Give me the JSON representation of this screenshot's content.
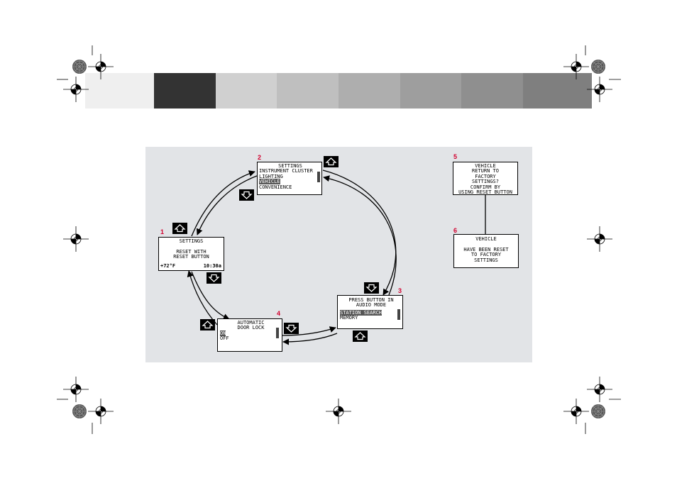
{
  "colors": {
    "bands": [
      "#efefef",
      "#333333",
      "#d0d0d0",
      "#bfbfbf",
      "#aeaeae",
      "#9e9e9e",
      "#8f8f8f",
      "#7f7f7f"
    ],
    "panel": "#e2e4e7",
    "step_number": "#d2002e",
    "highlight": "#555555"
  },
  "icons": [
    "crosshair-registration-mark",
    "color-target-circle",
    "arrow-up-button",
    "arrow-down-button"
  ],
  "steps": {
    "s1": {
      "number": "1",
      "lines": [
        "SETTINGS",
        "RESET WITH",
        "RESET BUTTON"
      ],
      "temp": "+72°F",
      "time": "10:30a"
    },
    "s2": {
      "number": "2",
      "lines": [
        "SETTINGS",
        "INSTRUMENT CLUSTER",
        "LIGHTING",
        "VEHICLE",
        "CONVENIENCE"
      ]
    },
    "s3": {
      "number": "3",
      "lines": [
        "PRESS BUTTON IN",
        "AUDIO MODE",
        "STATION SEARCH",
        "MEMORY"
      ]
    },
    "s4": {
      "number": "4",
      "lines": [
        "AUTOMATIC",
        "DOOR LOCK",
        "ON",
        "OFF"
      ]
    },
    "s5": {
      "number": "5",
      "lines": [
        "VEHICLE",
        "RETURN TO",
        "FACTORY",
        "SETTINGS?",
        "CONFIRM BY",
        "USING RESET BUTTON"
      ]
    },
    "s6": {
      "number": "6",
      "lines": [
        "VEHICLE",
        "HAVE BEEN RESET",
        "TO FACTORY",
        "SETTINGS"
      ]
    }
  }
}
